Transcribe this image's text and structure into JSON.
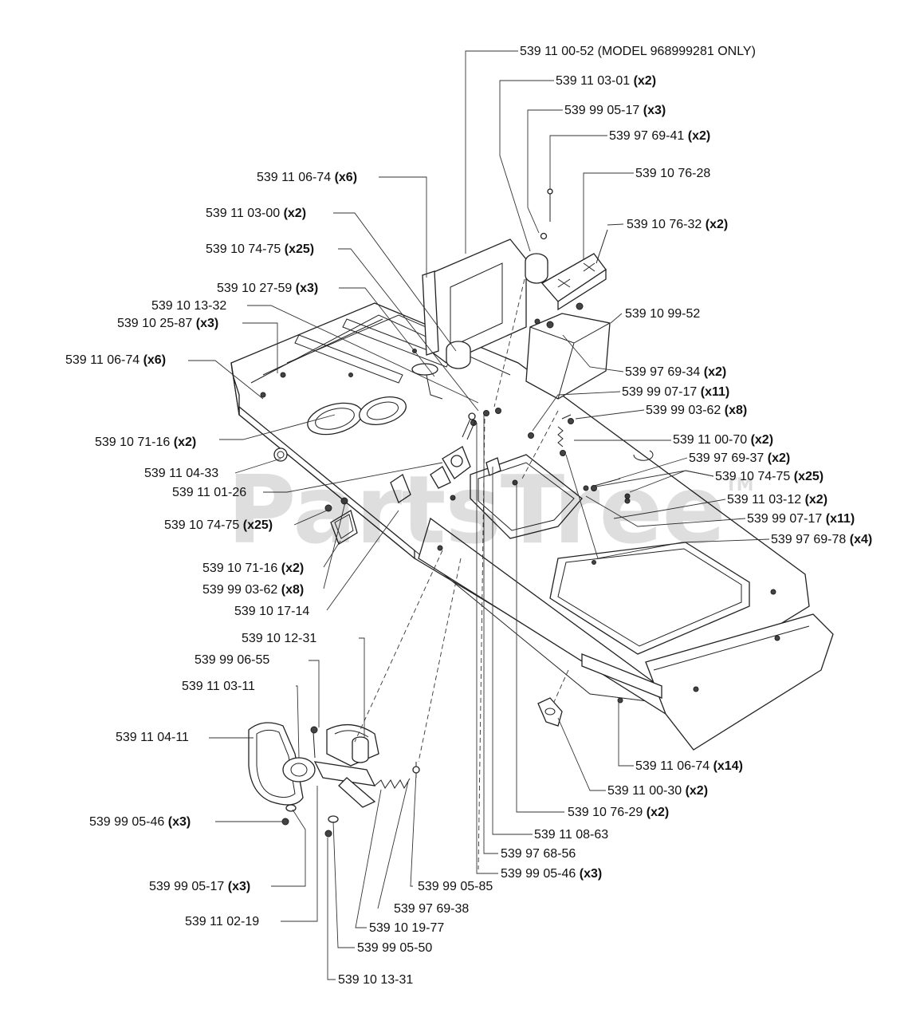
{
  "watermark": {
    "text": "PartsTree",
    "mark": "TM"
  },
  "callouts": [
    {
      "id": "c01",
      "part": "539 11 00-52",
      "qty": "",
      "note": "(MODEL 968999281 ONLY)"
    },
    {
      "id": "c02",
      "part": "539 11 03-01",
      "qty": "(x2)",
      "note": ""
    },
    {
      "id": "c03",
      "part": "539 99 05-17",
      "qty": "(x3)",
      "note": ""
    },
    {
      "id": "c04",
      "part": "539 97 69-41",
      "qty": "(x2)",
      "note": ""
    },
    {
      "id": "c05",
      "part": "539 10 76-28",
      "qty": "",
      "note": ""
    },
    {
      "id": "c06",
      "part": "539 10 76-32",
      "qty": "(x2)",
      "note": ""
    },
    {
      "id": "c07",
      "part": "539 10 99-52",
      "qty": "",
      "note": ""
    },
    {
      "id": "c08",
      "part": "539 97 69-34",
      "qty": "(x2)",
      "note": ""
    },
    {
      "id": "c09",
      "part": "539 99 07-17",
      "qty": "(x11)",
      "note": ""
    },
    {
      "id": "c10",
      "part": "539 99 03-62",
      "qty": "(x8)",
      "note": ""
    },
    {
      "id": "c11",
      "part": "539 11 00-70",
      "qty": "(x2)",
      "note": ""
    },
    {
      "id": "c12",
      "part": "539 97 69-37",
      "qty": "(x2)",
      "note": ""
    },
    {
      "id": "c13",
      "part": "539 10 74-75",
      "qty": "(x25)",
      "note": ""
    },
    {
      "id": "c14",
      "part": "539 11 03-12",
      "qty": "(x2)",
      "note": ""
    },
    {
      "id": "c15",
      "part": "539 99 07-17",
      "qty": "(x11)",
      "note": ""
    },
    {
      "id": "c16",
      "part": "539 97 69-78",
      "qty": "(x4)",
      "note": ""
    },
    {
      "id": "c17",
      "part": "539 11 06-74",
      "qty": "(x6)",
      "note": ""
    },
    {
      "id": "c18",
      "part": "539 11 03-00",
      "qty": "(x2)",
      "note": ""
    },
    {
      "id": "c19",
      "part": "539 10 74-75",
      "qty": "(x25)",
      "note": ""
    },
    {
      "id": "c20",
      "part": "539 10 27-59",
      "qty": "(x3)",
      "note": ""
    },
    {
      "id": "c21",
      "part": "539 10 13-32",
      "qty": "",
      "note": ""
    },
    {
      "id": "c22",
      "part": "539 10 25-87",
      "qty": "(x3)",
      "note": ""
    },
    {
      "id": "c23",
      "part": "539 11 06-74",
      "qty": "(x6)",
      "note": ""
    },
    {
      "id": "c24",
      "part": "539 10 71-16",
      "qty": "(x2)",
      "note": ""
    },
    {
      "id": "c25",
      "part": "539 11 04-33",
      "qty": "",
      "note": ""
    },
    {
      "id": "c26",
      "part": "539 11 01-26",
      "qty": "",
      "note": ""
    },
    {
      "id": "c27",
      "part": "539 10 74-75",
      "qty": "(x25)",
      "note": ""
    },
    {
      "id": "c28",
      "part": "539 10 71-16",
      "qty": "(x2)",
      "note": ""
    },
    {
      "id": "c29",
      "part": "539 99 03-62",
      "qty": "(x8)",
      "note": ""
    },
    {
      "id": "c30",
      "part": "539 10 17-14",
      "qty": "",
      "note": ""
    },
    {
      "id": "c31",
      "part": "539 10 12-31",
      "qty": "",
      "note": ""
    },
    {
      "id": "c32",
      "part": "539 99 06-55",
      "qty": "",
      "note": ""
    },
    {
      "id": "c33",
      "part": "539 11 03-11",
      "qty": "",
      "note": ""
    },
    {
      "id": "c34",
      "part": "539 11 04-11",
      "qty": "",
      "note": ""
    },
    {
      "id": "c35",
      "part": "539 99 05-46",
      "qty": "(x3)",
      "note": ""
    },
    {
      "id": "c36",
      "part": "539 99 05-17",
      "qty": "(x3)",
      "note": ""
    },
    {
      "id": "c37",
      "part": "539 11 02-19",
      "qty": "",
      "note": ""
    },
    {
      "id": "c38",
      "part": "539 10 19-77",
      "qty": "",
      "note": ""
    },
    {
      "id": "c39",
      "part": "539 99 05-50",
      "qty": "",
      "note": ""
    },
    {
      "id": "c40",
      "part": "539 10 13-31",
      "qty": "",
      "note": ""
    },
    {
      "id": "c41",
      "part": "539 99 05-85",
      "qty": "",
      "note": ""
    },
    {
      "id": "c42",
      "part": "539 97 69-38",
      "qty": "",
      "note": ""
    },
    {
      "id": "c43",
      "part": "539 99 05-46",
      "qty": "(x3)",
      "note": ""
    },
    {
      "id": "c44",
      "part": "539 97 68-56",
      "qty": "",
      "note": ""
    },
    {
      "id": "c45",
      "part": "539 11 08-63",
      "qty": "",
      "note": ""
    },
    {
      "id": "c46",
      "part": "539 10 76-29",
      "qty": "(x2)",
      "note": ""
    },
    {
      "id": "c47",
      "part": "539 11 00-30",
      "qty": "(x2)",
      "note": ""
    },
    {
      "id": "c48",
      "part": "539 11 06-74",
      "qty": "(x14)",
      "note": ""
    }
  ]
}
